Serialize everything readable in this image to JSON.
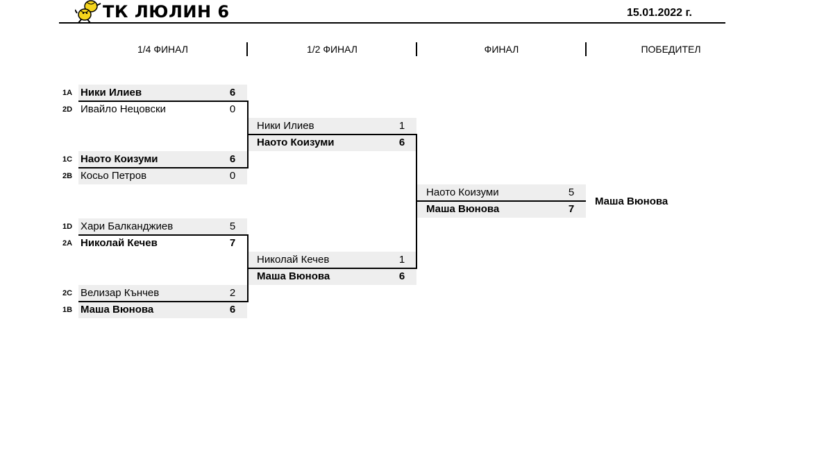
{
  "header": {
    "club_name": "ТК ЛЮЛИН 6",
    "date": "15.01.2022 г.",
    "logo_icon": "tennis-ball-mascot-icon"
  },
  "rounds": [
    "1/4 ФИНАЛ",
    "1/2 ФИНАЛ",
    "ФИНАЛ",
    "ПОБЕДИТЕЛ"
  ],
  "quarterfinals": [
    {
      "top": {
        "seed": "1A",
        "name": "Ники Илиев",
        "score": "6"
      },
      "bottom": {
        "seed": "2D",
        "name": "Ивайло Нецовски",
        "score": "0"
      }
    },
    {
      "top": {
        "seed": "1C",
        "name": "Наото Коизуми",
        "score": "6"
      },
      "bottom": {
        "seed": "2B",
        "name": "Косьо Петров",
        "score": "0"
      }
    },
    {
      "top": {
        "seed": "1D",
        "name": "Хари Балканджиев",
        "score": "5"
      },
      "bottom": {
        "seed": "2A",
        "name": "Николай Кечев",
        "score": "7"
      }
    },
    {
      "top": {
        "seed": "2C",
        "name": "Велизар Кънчев",
        "score": "2"
      },
      "bottom": {
        "seed": "1B",
        "name": "Маша Вюнова",
        "score": "6"
      }
    }
  ],
  "semifinals": [
    {
      "top": {
        "name": "Ники Илиев",
        "score": "1"
      },
      "bottom": {
        "name": "Наото Коизуми",
        "score": "6"
      }
    },
    {
      "top": {
        "name": "Николай Кечев",
        "score": "1"
      },
      "bottom": {
        "name": "Маша Вюнова",
        "score": "6"
      }
    }
  ],
  "final": {
    "top": {
      "name": "Наото Коизуми",
      "score": "5"
    },
    "bottom": {
      "name": "Маша Вюнова",
      "score": "7"
    }
  },
  "winner": "Маша Вюнова",
  "colors": {
    "row_shade": "#eeeeee",
    "logo_yellow": "#f5d51c"
  }
}
